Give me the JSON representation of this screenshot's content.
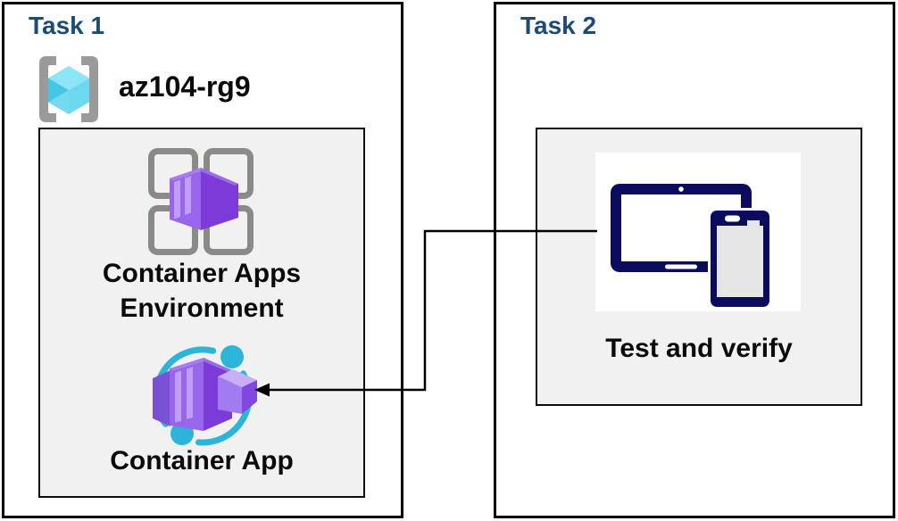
{
  "diagram": {
    "task1": {
      "title": "Task 1",
      "resource_group": "az104-rg9",
      "environment_label": "Container Apps Environment",
      "app_label": "Container App"
    },
    "task2": {
      "title": "Task 2",
      "verify_label": "Test and verify"
    },
    "connector": {
      "from": "test-and-verify",
      "to": "container-app",
      "style": "elbow-arrow"
    },
    "icons": {
      "resource_group": "azure-resource-group-icon",
      "environment": "container-apps-environment-icon",
      "container_app": "container-app-icon",
      "devices": "tablet-phone-icon"
    },
    "colors": {
      "task_title": "#1B4B76",
      "panel_background": "#F1F1F1",
      "box_border": "#000000",
      "label_text": "#0B0B0B",
      "azure_cyan": "#2CB5D9",
      "cube_cyan_top": "#8DE6F7",
      "cube_cyan_left": "#45C6E6",
      "cube_cyan_right": "#6CD9F1",
      "purple_light": "#9766EA",
      "purple_stripe": "#BE9EF7",
      "purple_dark": "#7C3AD9",
      "device_navy": "#0C0C5E",
      "grid_gray": "#8A8A8A",
      "bracket_gray": "#9A9A9A"
    }
  }
}
